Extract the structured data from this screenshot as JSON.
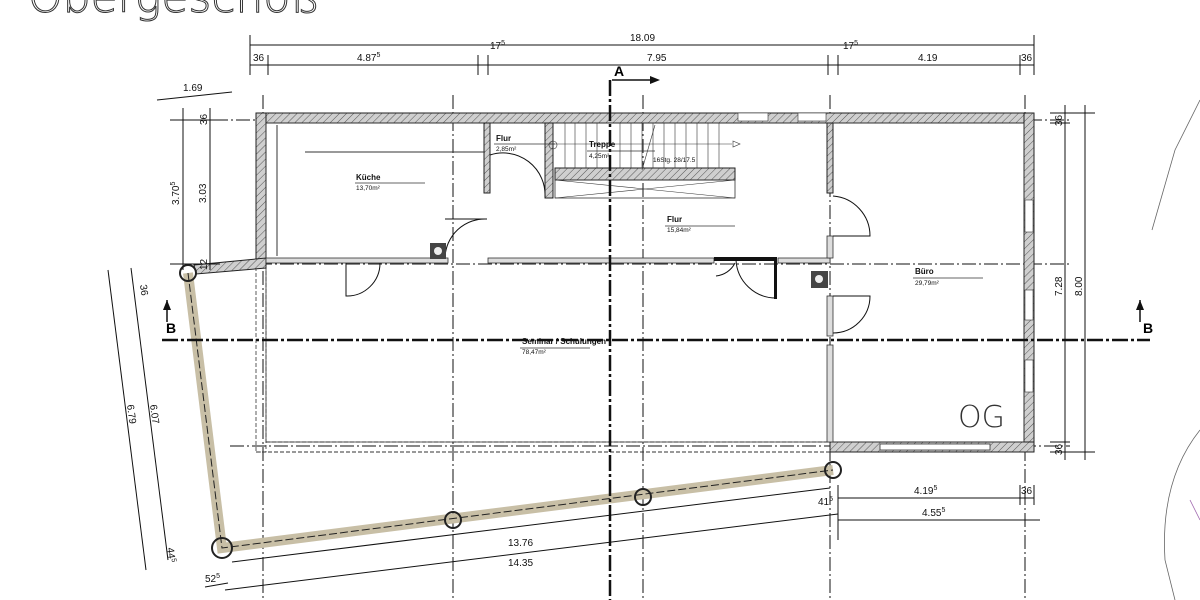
{
  "title": "Obergeschoß",
  "level_label": "OG",
  "section_markers": {
    "a": "A",
    "b_left": "B",
    "b_right": "B"
  },
  "rooms": [
    {
      "name": "Küche",
      "area": "13,70m²"
    },
    {
      "name": "Flur",
      "area": "2,85m²"
    },
    {
      "name": "Treppe",
      "area": "4,25m²"
    },
    {
      "name": "Flur",
      "area": "15,84m²"
    },
    {
      "name": "Büro",
      "area": "29,79m²"
    },
    {
      "name": "Seminar / Schulungen",
      "area": "78,47m²"
    }
  ],
  "stair_note": "16Stg. 28/17.5",
  "dimensions": {
    "top_total": "18.09",
    "top": [
      {
        "v": "36",
        "s": ""
      },
      {
        "v": "4.87",
        "s": "5"
      },
      {
        "v": "17",
        "s": "5"
      },
      {
        "v": "7.95",
        "s": ""
      },
      {
        "v": "17",
        "s": "5"
      },
      {
        "v": "4.19",
        "s": ""
      },
      {
        "v": "36",
        "s": ""
      }
    ],
    "left_slant": "1.69",
    "left": [
      {
        "v": "36",
        "s": ""
      },
      {
        "v": "3.70",
        "s": "5"
      },
      {
        "v": "3.03",
        "s": ""
      },
      {
        "v": "12",
        "s": ""
      }
    ],
    "left_lower": [
      {
        "v": "36",
        "s": ""
      },
      {
        "v": "6.79",
        "s": ""
      },
      {
        "v": "6.07",
        "s": ""
      },
      {
        "v": "44",
        "s": "5"
      },
      {
        "v": "52",
        "s": "5"
      }
    ],
    "right": [
      {
        "v": "36",
        "s": ""
      },
      {
        "v": "7.28",
        "s": ""
      },
      {
        "v": "8.00",
        "s": ""
      },
      {
        "v": "36",
        "s": ""
      }
    ],
    "bottom": [
      {
        "v": "13.76",
        "s": ""
      },
      {
        "v": "14.35",
        "s": ""
      },
      {
        "v": "4.19",
        "s": "5"
      },
      {
        "v": "36",
        "s": ""
      },
      {
        "v": "41",
        "s": "5"
      },
      {
        "v": "4.55",
        "s": "5"
      }
    ]
  }
}
